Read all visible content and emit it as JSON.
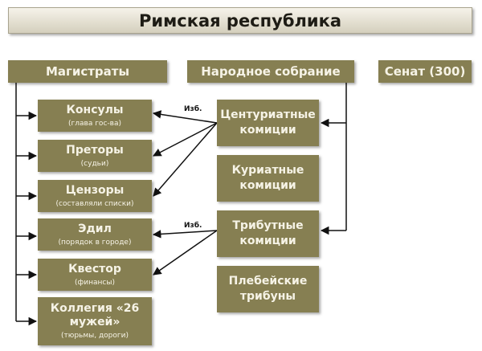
{
  "title": "Римская республика",
  "headers": {
    "magistrates": "Магистраты",
    "assembly": "Народное собрание",
    "senate": "Сенат (300)"
  },
  "magistracies": [
    {
      "name": "Консулы",
      "note": "(глава гос-ва)"
    },
    {
      "name": "Преторы",
      "note": "(судьи)"
    },
    {
      "name": "Цензоры",
      "note": "(составляли списки)"
    },
    {
      "name": "Эдил",
      "note": "(порядок в городе)"
    },
    {
      "name": "Квестор",
      "note": "(финансы)"
    },
    {
      "name": "Коллегия «26 мужей»",
      "note": "(тюрьмы, дороги)"
    }
  ],
  "assemblies": [
    {
      "name": "Центуриатные комиции"
    },
    {
      "name": "Куриатные комиции"
    },
    {
      "name": "Трибутные комиции"
    },
    {
      "name": "Плебейские трибуны"
    }
  ],
  "arrow_labels": {
    "elected_1": "Изб.",
    "elected_2": "Изб."
  },
  "colors": {
    "box": "#867f52",
    "box_text": "#f6f3e6",
    "title_bg": "#e8e4d6",
    "line": "#111111"
  }
}
